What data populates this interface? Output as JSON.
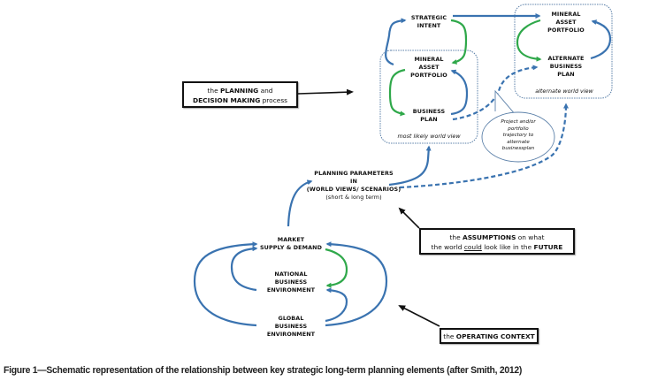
{
  "colors": {
    "blue_arrow": "#3a73b0",
    "green_arrow": "#2fa84a",
    "black": "#111111",
    "dotted_border": "#5a7fa8"
  },
  "top_left_cluster": {
    "strategic_intent": "STRATEGIC\nINTENT",
    "mineral_asset_portfolio": "MINERAL\nASSET\nPORTFOLIO",
    "business_plan": "BUSINESS\nPLAN",
    "world_view_label": "most likely  world view"
  },
  "top_right_cluster": {
    "mineral_asset_portfolio": "MINERAL\nASSET\nPORTFOLIO",
    "alternate_business_plan": "ALTERNATE\nBUSINESS\nPLAN",
    "world_view_label": "alternate world view"
  },
  "callout": {
    "text": "Project and/or\nportfolio\ntrajectory to\nalternate\nbusinessplan"
  },
  "planning_parameters": {
    "text": "PLANNING PARAMETERS\nIN\n(WORLD VIEWS/ SCENARIOS)",
    "subtext": "(short & long term)"
  },
  "operating_context_cluster": {
    "market": "MARKET\nSUPPLY & DEMAND",
    "national": "NATIONAL\nBUSINESS\nENVIRONMENT",
    "global": "GLOBAL\nBUSINESS\nENVIRONMENT"
  },
  "boxes": {
    "planning_process": {
      "prefix": "the ",
      "bold1": "PLANNING",
      "mid": " and",
      "bold2": "DECISION MAKING",
      "suffix": " process"
    },
    "assumptions": {
      "line1_prefix": "the ",
      "line1_bold": "ASSUMPTIONS",
      "line1_suffix": " on what",
      "line2_prefix": "the world ",
      "line2_underlined": "could",
      "line2_mid": " look like in the ",
      "line2_bold": "FUTURE"
    },
    "operating_context": {
      "prefix": "the ",
      "bold": "OPERATING CONTEXT"
    }
  },
  "caption": "Figure 1—Schematic representation of the relationship between key strategic long-term planning elements (after Smith, 2012)"
}
